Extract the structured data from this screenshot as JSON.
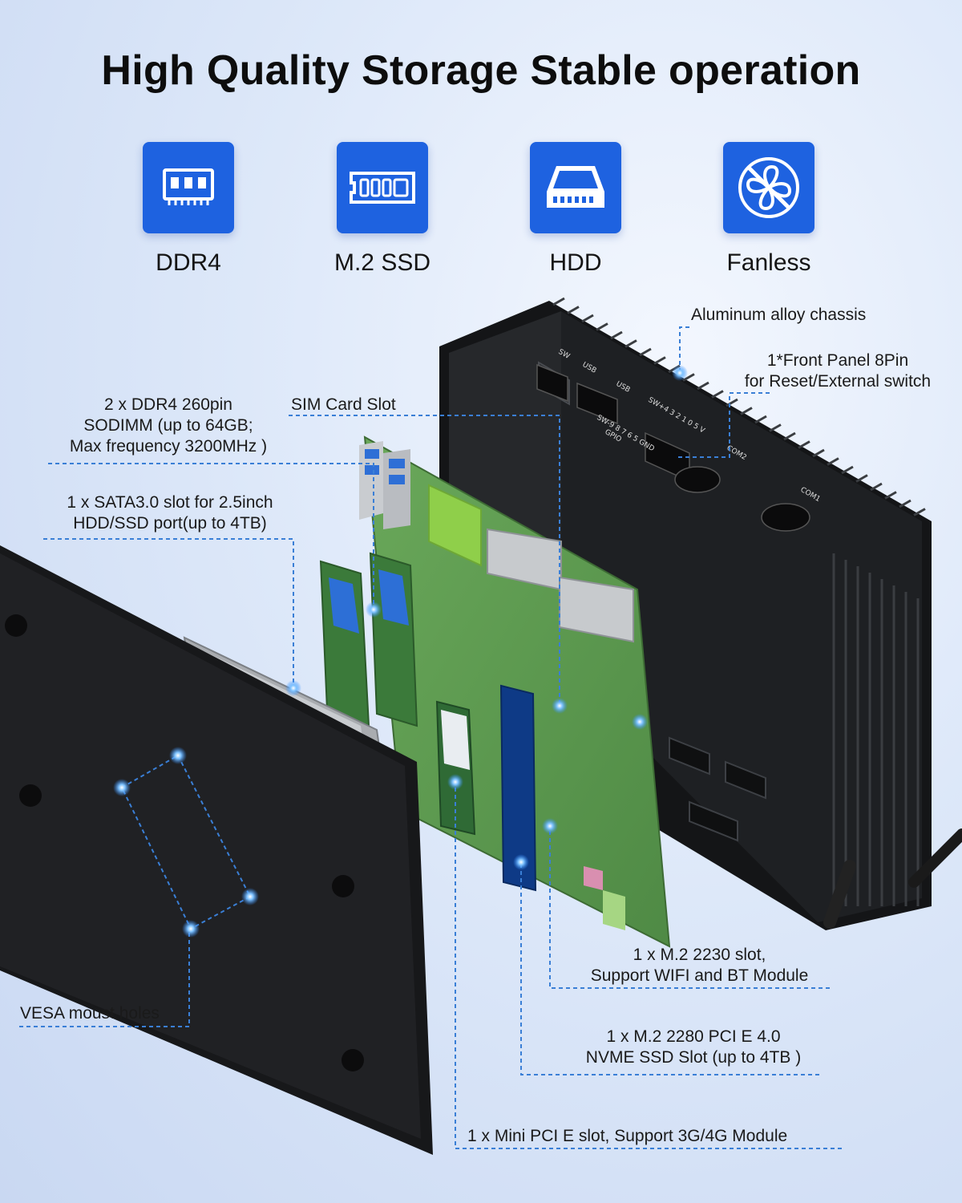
{
  "title": "High Quality Storage Stable operation",
  "features": [
    {
      "label": "DDR4",
      "icon": "ram-icon"
    },
    {
      "label": "M.2 SSD",
      "icon": "m2-ssd-icon"
    },
    {
      "label": "HDD",
      "icon": "hdd-icon"
    },
    {
      "label": "Fanless",
      "icon": "fanless-icon"
    }
  ],
  "callouts": {
    "chassis": "Aluminum alloy chassis",
    "front_panel_1": "1*Front Panel 8Pin",
    "front_panel_2": "for Reset/External switch",
    "sim": "SIM Card Slot",
    "ddr4_1": "2 x DDR4 260pin",
    "ddr4_2": "SODIMM (up to 64GB;",
    "ddr4_3": "Max frequency 3200MHz )",
    "sata_1": "1 x SATA3.0 slot for 2.5inch",
    "sata_2": "HDD/SSD port(up to 4TB)",
    "vesa": "VESA moust holes",
    "m2230_1": "1 x M.2 2230 slot,",
    "m2230_2": "Support WIFI and BT Module",
    "m2280_1": "1 x M.2 2280 PCI E 4.0",
    "m2280_2": "NVME SSD Slot (up to 4TB )",
    "minipcie": "1 x Mini PCI E slot, Support 3G/4G Module"
  },
  "chassis_labels": {
    "sw": "SW",
    "usb1": "USB",
    "usb2": "USB",
    "gpio_pins": "SW+4 3 2 1 0 5 V",
    "gpio": "GPIO",
    "gpio_pins2": "SW-9 8 7 6 5 GND",
    "com2": "COM2",
    "com1": "COM1"
  },
  "colors": {
    "accent": "#1e62e0",
    "pcb": "#5f9a4e",
    "terminal": "#8fcf4a",
    "chassis": "#1b1d20",
    "leader": "#3a7fd6"
  }
}
